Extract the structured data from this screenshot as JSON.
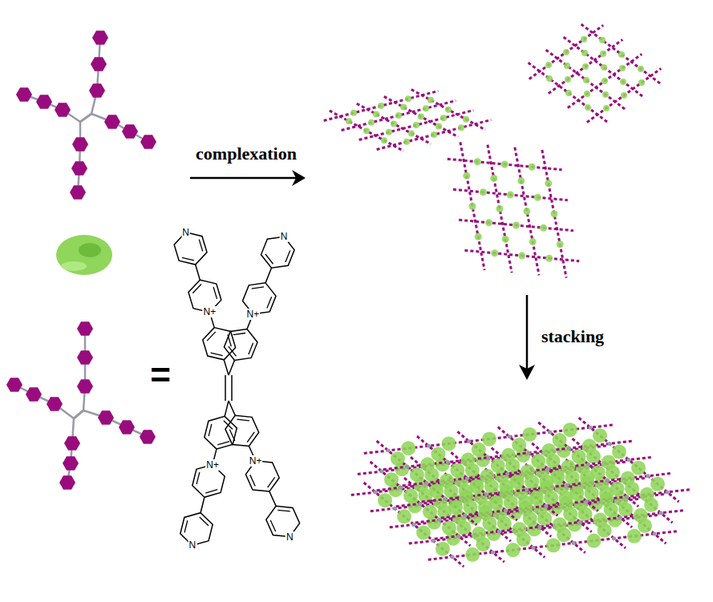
{
  "diagram": {
    "labels": [
      "complexation",
      "stacking",
      "=",
      "N",
      "N",
      "N",
      "N",
      "N+",
      "N+",
      "N+",
      "N+"
    ]
  }
}
